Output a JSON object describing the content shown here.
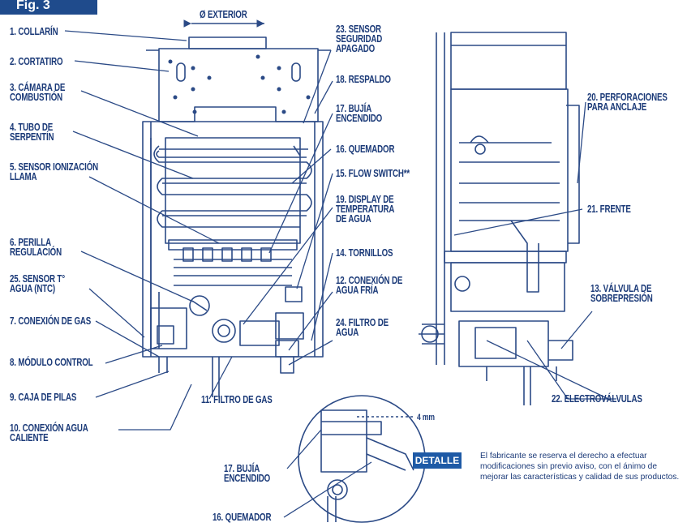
{
  "figure_tag": "Fig. 3",
  "diameter_label": "Ø EXTERIOR",
  "measure_label": "4 mm",
  "detail_badge": "DETALLE",
  "note": "El fabricante se reserva el derecho a efectuar modificaciones sin previo aviso, con el ánimo de mejorar las características y calidad de sus productos.",
  "labels": {
    "l1": "1. COLLARÍN",
    "l2": "2. CORTATIRO",
    "l3": "3. CÁMARA DE\nCOMBUSTIÓN",
    "l4": "4. TUBO DE\nSERPENTÍN",
    "l5": "5. SENSOR IONIZACIÓN\nLLAMA",
    "l6": "6. PERILLA\nREGULACIÓN",
    "l25": "25. SENSOR T°\nAGUA (NTC)",
    "l7": "7. CONEXIÓN DE GAS",
    "l8": "8. MÓDULO CONTROL",
    "l9": "9. CAJA DE PILAS",
    "l10": "10. CONEXIÓN AGUA\nCALIENTE",
    "l11": "11. FILTRO DE GAS",
    "l23": "23. SENSOR\nSEGURIDAD\nAPAGADO",
    "l18": "18. RESPALDO",
    "l17": "17. BUJÍA\nENCENDIDO",
    "l16": "16. QUEMADOR",
    "l15": "15. FLOW SWITCH**",
    "l19": "19. DISPLAY DE\nTEMPERATURA\nDE AGUA",
    "l14": "14. TORNILLOS",
    "l12": "12. CONEXIÓN DE\nAGUA FRÍA",
    "l24": "24. FILTRO DE\nAGUA",
    "l20": "20. PERFORACIONES\nPARA ANCLAJE",
    "l21": "21. FRENTE",
    "l13": "13. VÁLVULA DE\nSOBREPRESIÓN",
    "l22": "22. ELECTROVÁLVULAS",
    "l17b": "17. BUJÍA\nENCENDIDO",
    "l16b": "16. QUEMADOR"
  },
  "colors": {
    "ink": "#1b3a78",
    "line": "#2b4a86",
    "accent": "#1e5aa6"
  }
}
